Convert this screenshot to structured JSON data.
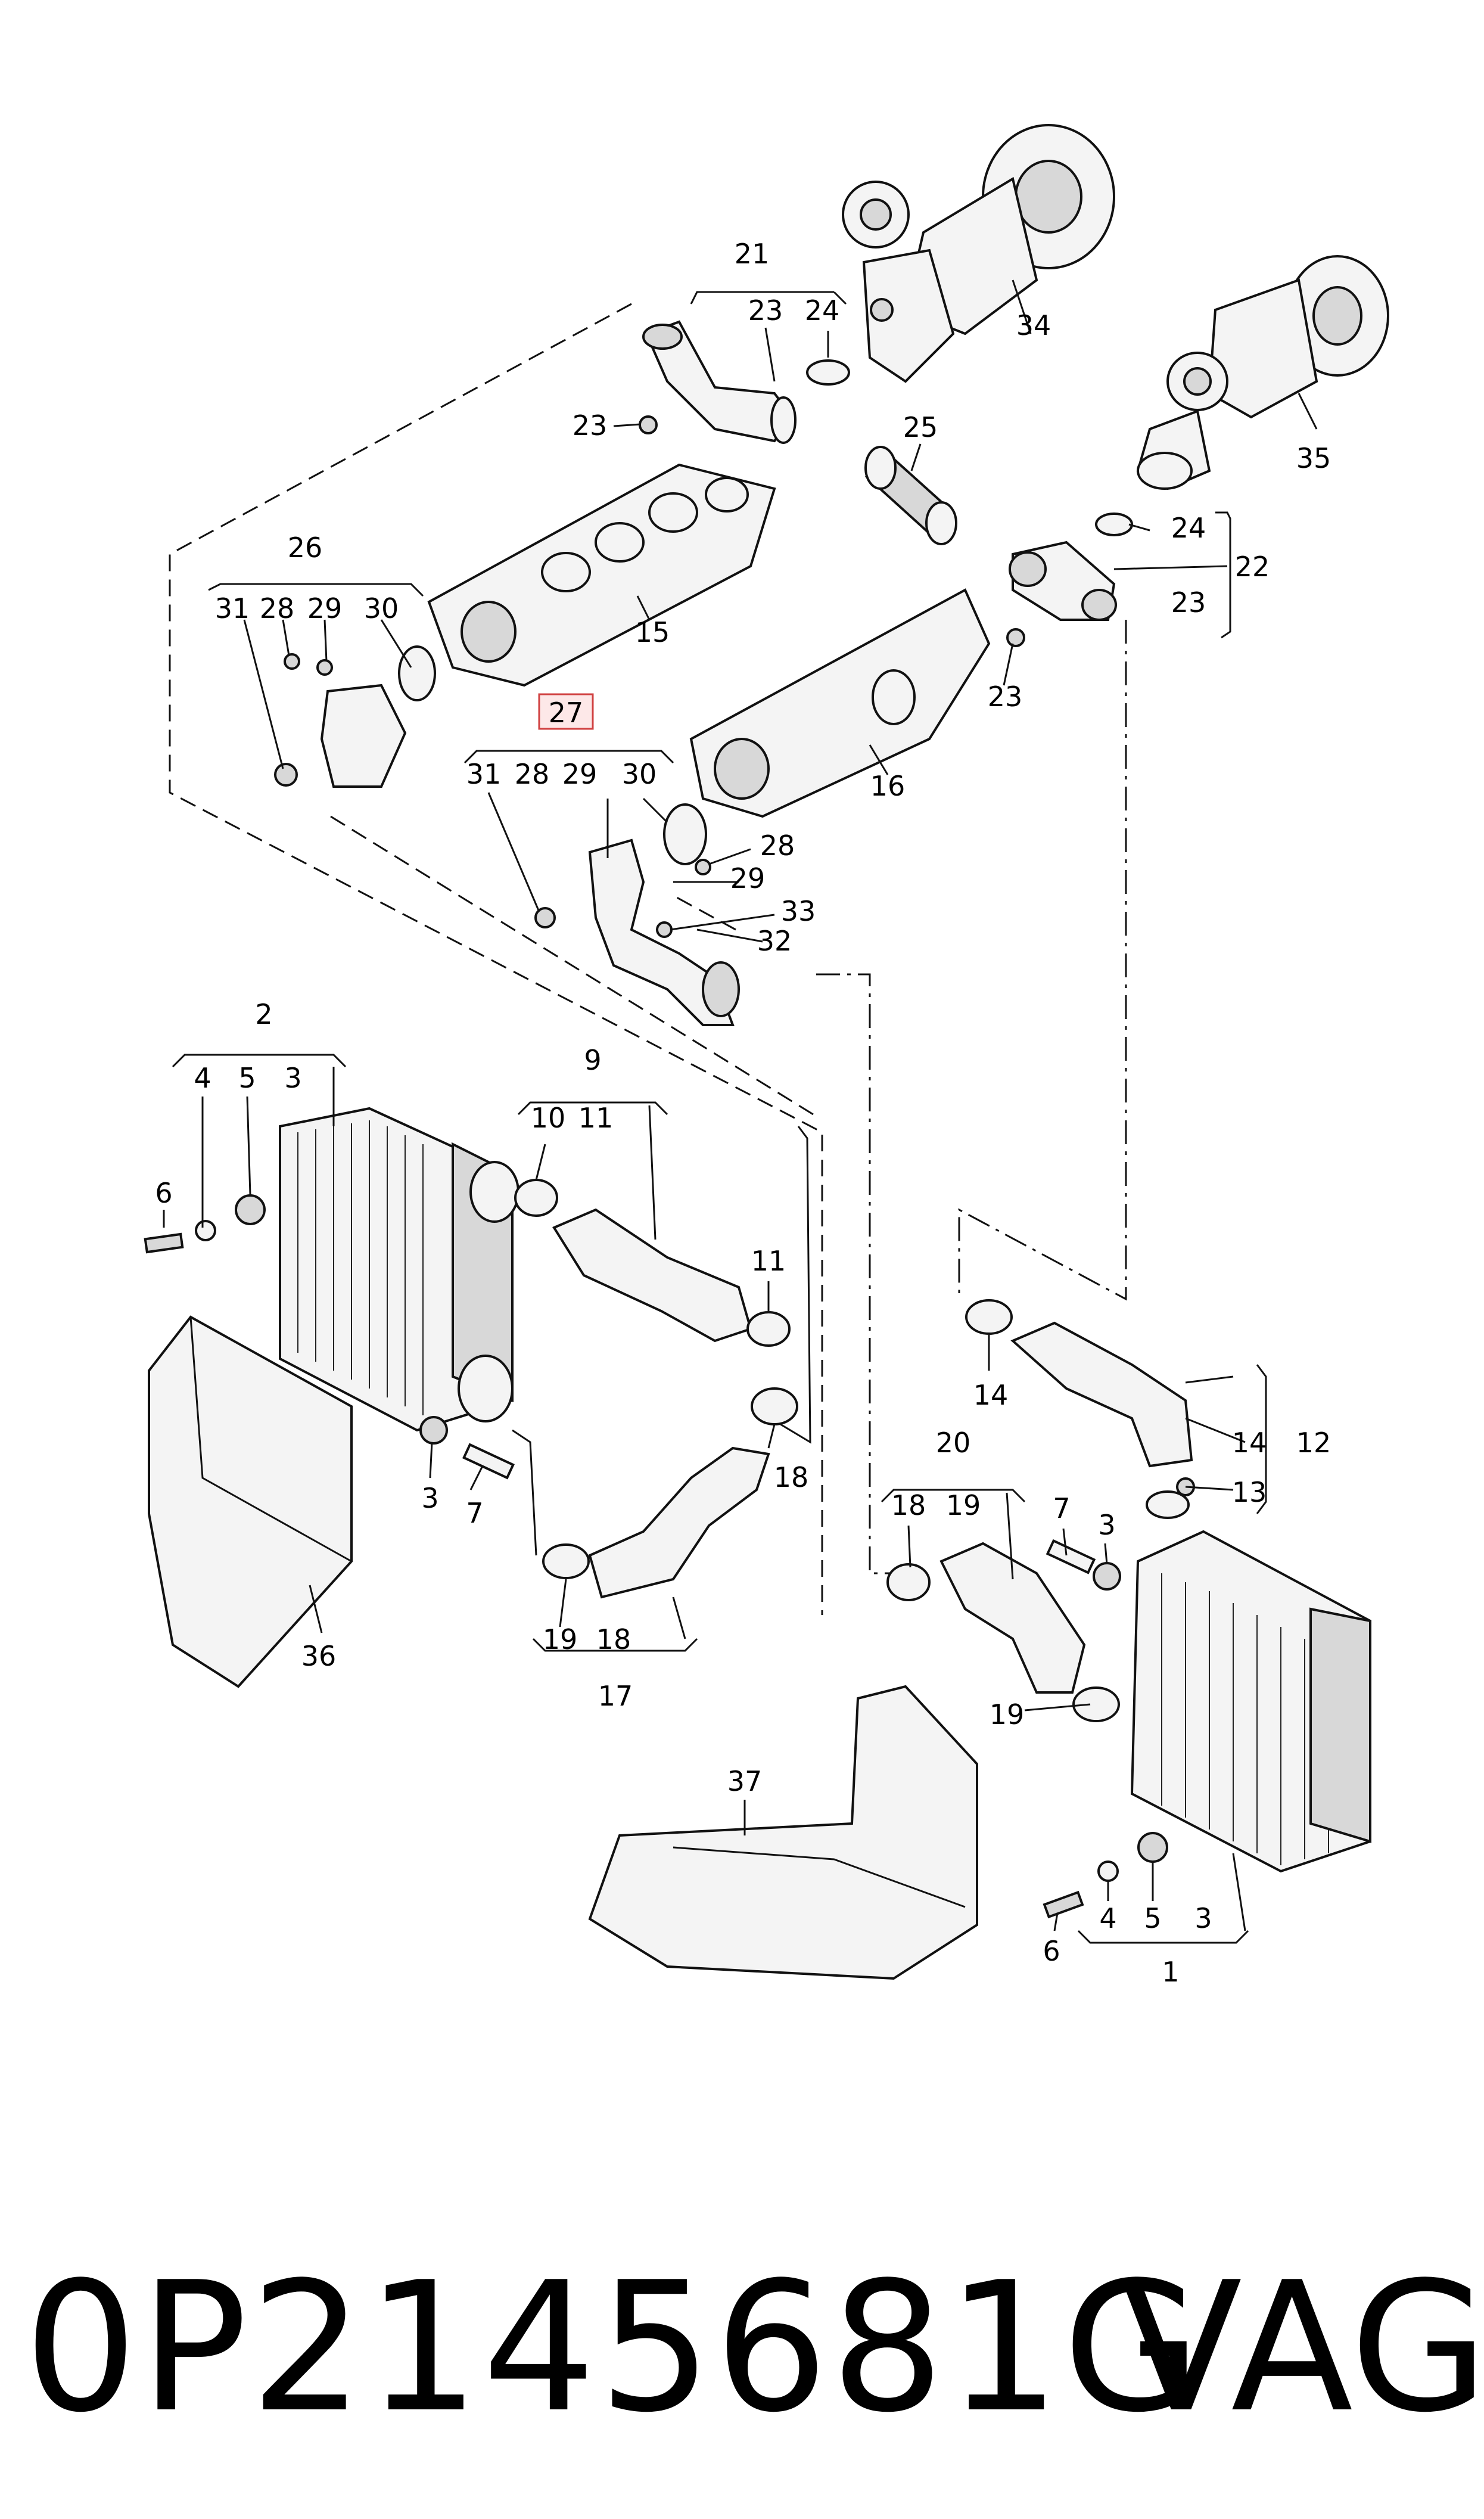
{
  "callouts": {
    "c1": "1",
    "c2": "2",
    "c3a": "3",
    "c3b": "3",
    "c3c": "3",
    "c3d": "3",
    "c4a": "4",
    "c4b": "4",
    "c5a": "5",
    "c5b": "5",
    "c6a": "6",
    "c6b": "6",
    "c7a": "7",
    "c7b": "7",
    "c9": "9",
    "c10": "10",
    "c11a": "11",
    "c11b": "11",
    "c12": "12",
    "c13": "13",
    "c14a": "14",
    "c14b": "14",
    "c15": "15",
    "c16": "16",
    "c17": "17",
    "c18a": "18",
    "c18b": "18",
    "c18c": "18",
    "c19a": "19",
    "c19b": "19",
    "c19c": "19",
    "c20": "20",
    "c21": "21",
    "c22": "22",
    "c23a": "23",
    "c23b": "23",
    "c23c": "23",
    "c23d": "23",
    "c24a": "24",
    "c24b": "24",
    "c25": "25",
    "c26": "26",
    "c27": "27",
    "c28a": "28",
    "c28b": "28",
    "c28c": "28",
    "c29a": "29",
    "c29b": "29",
    "c29c": "29",
    "c30a": "30",
    "c30b": "30",
    "c31a": "31",
    "c31b": "31",
    "c32": "32",
    "c33": "33",
    "c34": "34",
    "c35": "35",
    "c36": "36",
    "c37": "37"
  },
  "highlighted_callout": "27",
  "highlight_color": "#d04040",
  "footer": {
    "part_number": "0P2145681G",
    "brand": "VAG"
  }
}
